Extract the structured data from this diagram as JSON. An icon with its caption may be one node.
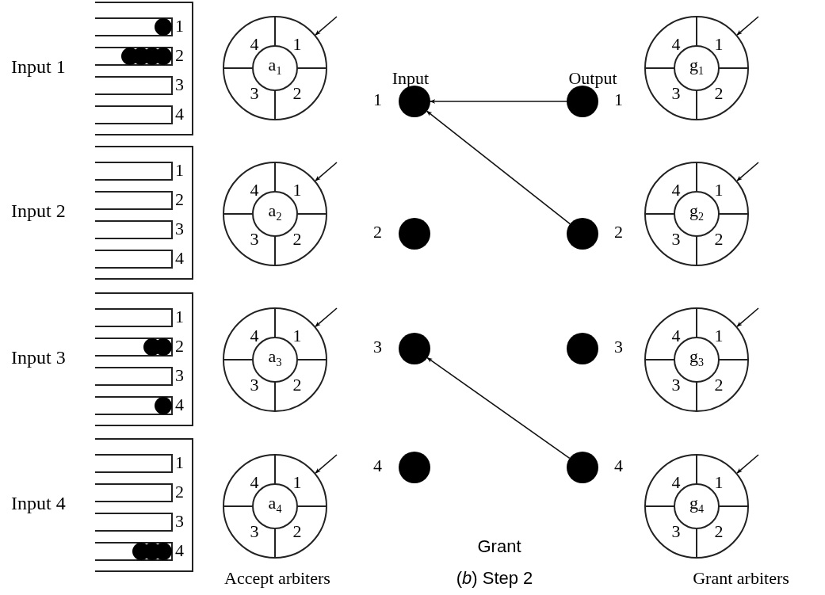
{
  "diagram": {
    "nodes": [
      {
        "text": [
          "Input 1",
          "1",
          "2",
          "3",
          "4"
        ]
      },
      {
        "text": [
          "Input 2",
          "1",
          "2",
          "3",
          "4"
        ]
      },
      {
        "text": [
          "Input 3",
          "1",
          "2",
          "3",
          "4"
        ]
      },
      {
        "text": [
          "Input 4",
          "1",
          "2",
          "3",
          "4"
        ]
      },
      {
        "text": [
          "4",
          "1",
          "a$_{1}$",
          "3",
          "2"
        ]
      },
      {
        "text": [
          "4",
          "1",
          "a$_{2}$",
          "3",
          "2"
        ]
      },
      {
        "text": [
          "4",
          "1",
          "a$_{3}$",
          "3",
          "2"
        ]
      },
      {
        "text": [
          "4",
          "1",
          "a$_{4}$",
          "3",
          "2"
        ]
      },
      {
        "text": [],
        "shape": "circle",
        "beside": [
          "1"
        ]
      },
      {
        "text": [],
        "shape": "circle",
        "beside": [
          "2"
        ]
      },
      {
        "text": [],
        "shape": "circle",
        "beside": [
          "3"
        ]
      },
      {
        "text": [],
        "shape": "circle",
        "beside": [
          "4"
        ]
      },
      {
        "text": [],
        "shape": "circle",
        "beside": [
          "1"
        ]
      },
      {
        "text": [],
        "shape": "circle",
        "beside": [
          "2"
        ]
      },
      {
        "text": [],
        "shape": "circle",
        "beside": [
          "3"
        ]
      },
      {
        "text": [],
        "shape": "circle",
        "beside": [
          "4"
        ]
      },
      {
        "text": [
          "4",
          "1",
          "g$_{1}$",
          "3",
          "2"
        ]
      },
      {
        "text": [
          "4",
          "1",
          "g$_{2}$",
          "3",
          "2"
        ]
      },
      {
        "text": [
          "4",
          "1",
          "g$_{3}$",
          "3",
          "2"
        ]
      },
      {
        "text": [
          "4",
          "1",
          "g$_{4}$",
          "3",
          "2"
        ]
      }
    ],
    "edges": [
      {
        "from": null,
        "to": 4,
        "arrow": "to"
      },
      {
        "from": null,
        "to": 5,
        "arrow": "to"
      },
      {
        "from": null,
        "to": 6,
        "arrow": "to"
      },
      {
        "from": null,
        "to": 7,
        "arrow": "to"
      },
      {
        "from": null,
        "to": 16,
        "arrow": "to"
      },
      {
        "from": null,
        "to": 17,
        "arrow": "to"
      },
      {
        "from": null,
        "to": 18,
        "arrow": "to"
      },
      {
        "from": null,
        "to": 19,
        "arrow": "to"
      },
      {
        "from": 12,
        "to": 8,
        "arrow": "to"
      },
      {
        "from": 13,
        "to": 8,
        "arrow": "to"
      },
      {
        "from": 15,
        "to": 10,
        "arrow": "to"
      }
    ],
    "labels": [
      "Input",
      "Output",
      "Grant",
      "Accept arbiters",
      "(*b*) Step 2",
      "Grant arbiters"
    ]
  }
}
